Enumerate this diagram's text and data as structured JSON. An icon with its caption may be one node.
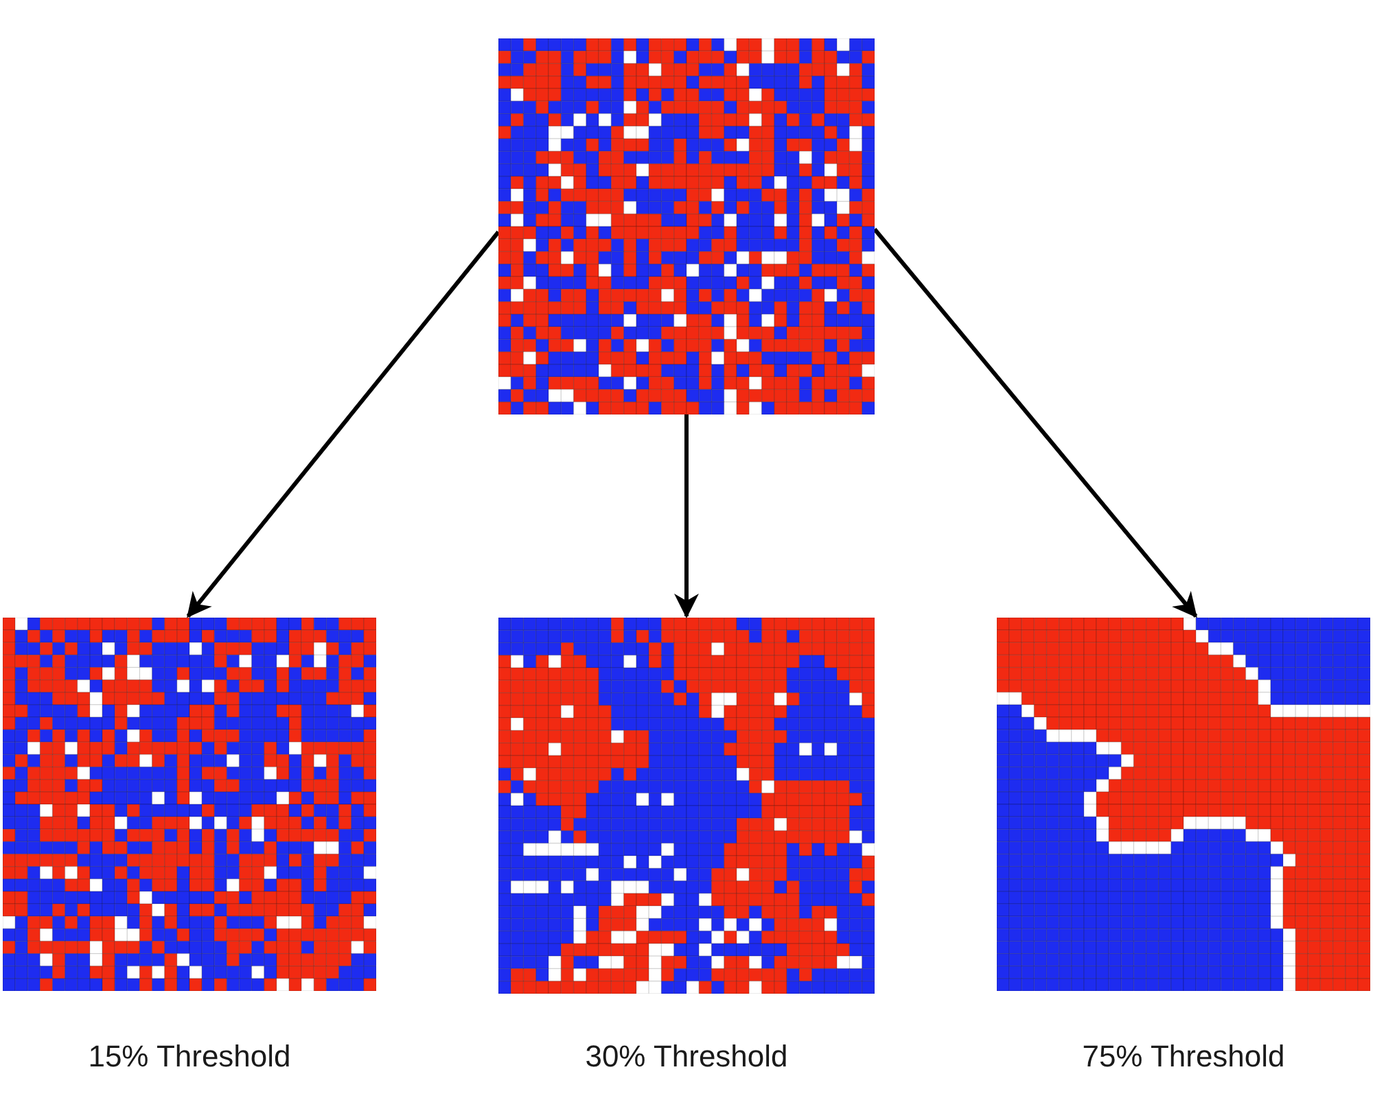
{
  "diagram": {
    "nodes": [
      {
        "text": [],
        "shape": "picture"
      },
      {
        "text": [],
        "shape": "picture",
        "beside": [
          "15% Threshold"
        ]
      },
      {
        "text": [],
        "shape": "picture",
        "beside": [
          "30% Threshold"
        ]
      },
      {
        "text": [],
        "shape": "picture",
        "beside": [
          "75% Threshold"
        ]
      }
    ],
    "edges": [
      {
        "from": 0,
        "to": 1,
        "arrow": "to"
      },
      {
        "from": 0,
        "to": 2,
        "arrow": "to"
      },
      {
        "from": 0,
        "to": 3,
        "arrow": "to"
      }
    ]
  }
}
